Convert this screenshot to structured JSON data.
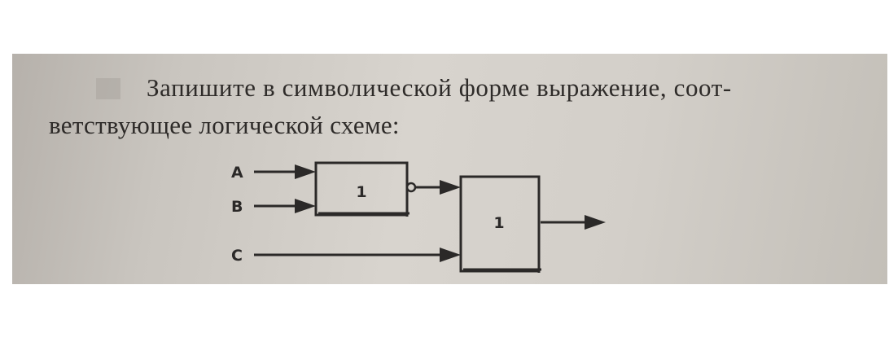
{
  "task": {
    "line1": "Запишите в символической форме выражение, соот-",
    "line2": "ветствующее логической схеме:"
  },
  "diagram": {
    "inputs": [
      "A",
      "B",
      "C"
    ],
    "gate1_label": "1",
    "gate2_label": "1"
  }
}
